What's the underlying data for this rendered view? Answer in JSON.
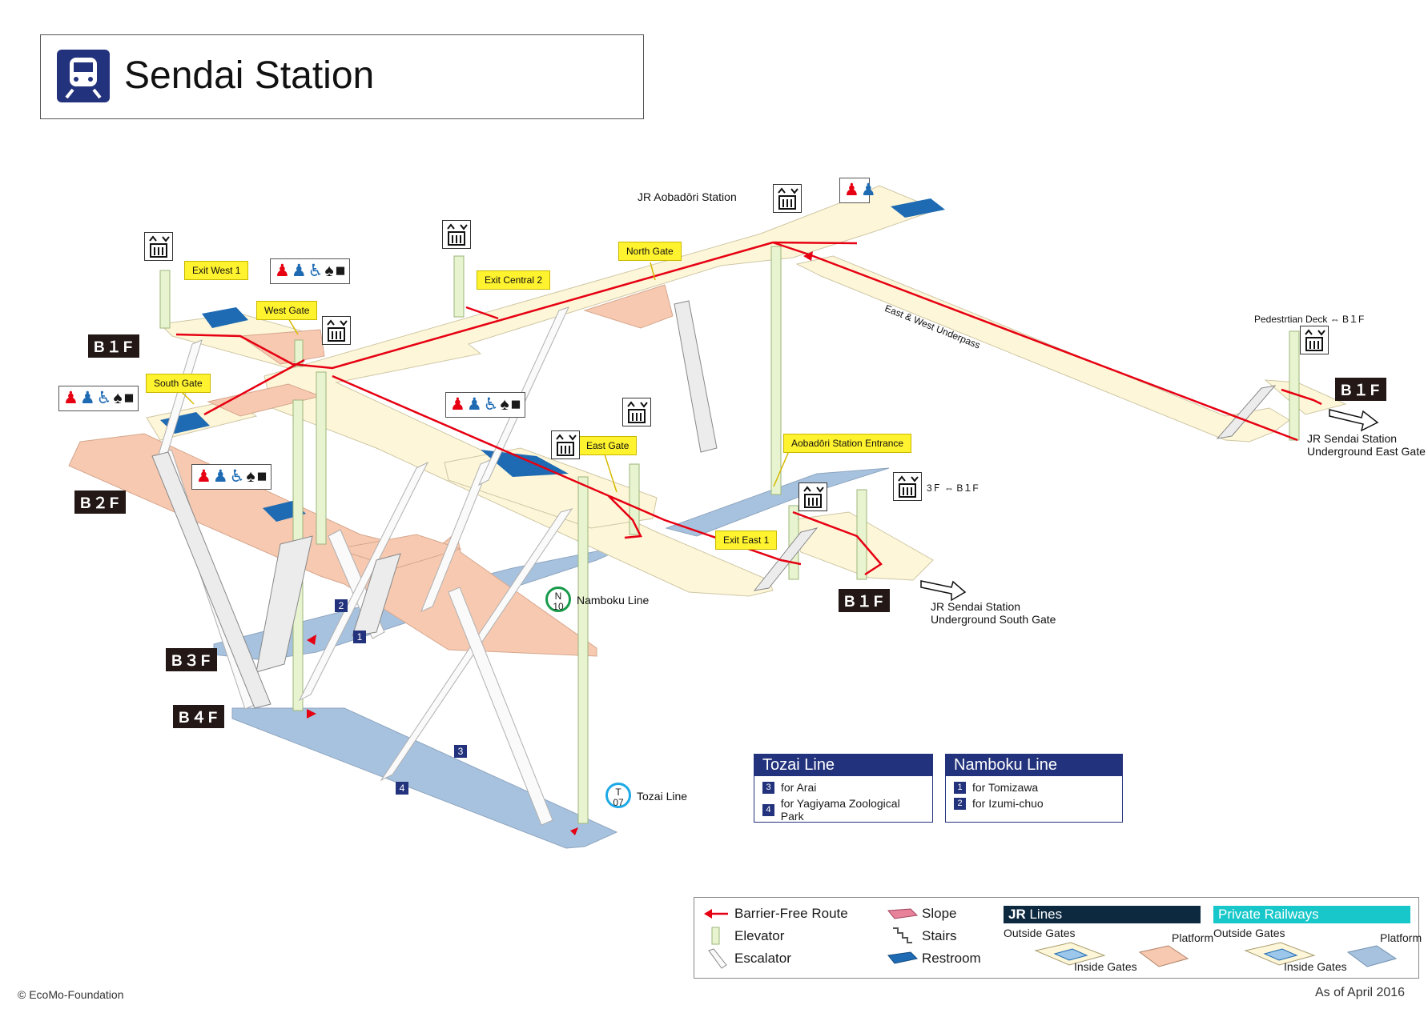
{
  "title": "Sendai Station",
  "colors": {
    "barrier_free_route": "#e60012",
    "jr_outside_gates": "#fdf6d8",
    "jr_platform": "#f6c9b0",
    "private_platform": "#a7c2de",
    "elevator": "#e8f4d0",
    "restroom": "#1f6bb3",
    "navy": "#23327c",
    "jr_teal": "#17c7c9",
    "namboku_green": "#179a4a",
    "tozai_blue": "#1da8e6",
    "yellow_label": "#fff22e"
  },
  "labels": {
    "jr_aobadori_station": "JR Aobadōri Station",
    "exit_west_1": "Exit West 1",
    "exit_central_2": "Exit Central 2",
    "north_gate": "North Gate",
    "west_gate": "West Gate",
    "south_gate": "South Gate",
    "east_gate": "East Gate",
    "aobadori_entrance": "Aobadōri Station Entrance",
    "exit_east_1": "Exit East 1",
    "east_west_underpass": "East & West Underpass",
    "pedestrian_deck": "Pedestrtian Deck ⇔ B１F",
    "elevator_3f_b1f": "3Ｆ ⇔ B１F",
    "jr_east_gate_1": "JR Sendai Station",
    "jr_east_gate_2": "Underground East Gate",
    "jr_south_gate_1": "JR Sendai Station",
    "jr_south_gate_2": "Underground South Gate",
    "namboku_line": "Namboku Line",
    "tozai_line": "Tozai Line",
    "namboku_code_top": "N",
    "namboku_code_bottom": "10",
    "tozai_code_top": "T",
    "tozai_code_bottom": "07"
  },
  "floors": {
    "b1f_left": "B１F",
    "b2f": "B２F",
    "b3f": "B３F",
    "b4f": "B４F",
    "b1f_bottom": "B１F",
    "b1f_right": "B１F"
  },
  "platforms": {
    "p1": "1",
    "p2": "2",
    "p3": "3",
    "p4": "4"
  },
  "tozai_legend": {
    "title": "Tozai Line",
    "rows": [
      {
        "num": "3",
        "text": "for Arai"
      },
      {
        "num": "4",
        "text": "for Yagiyama Zoological Park"
      }
    ]
  },
  "namboku_legend": {
    "title": "Namboku Line",
    "rows": [
      {
        "num": "1",
        "text": "for Tomizawa"
      },
      {
        "num": "2",
        "text": "for Izumi-chuo"
      }
    ]
  },
  "key": {
    "barrier_free": "Barrier-Free Route",
    "elevator": "Elevator",
    "escalator": "Escalator",
    "slope": "Slope",
    "stairs": "Stairs",
    "restroom": "Restroom",
    "jr_head_bold": "JR",
    "jr_head": "Lines",
    "private_head": "Private Railways",
    "outside_gates": "Outside Gates",
    "inside_gates": "Inside Gates",
    "platform": "Platform"
  },
  "footer": {
    "copyright": "© EcoMo-Foundation",
    "as_of": "As of April 2016"
  }
}
